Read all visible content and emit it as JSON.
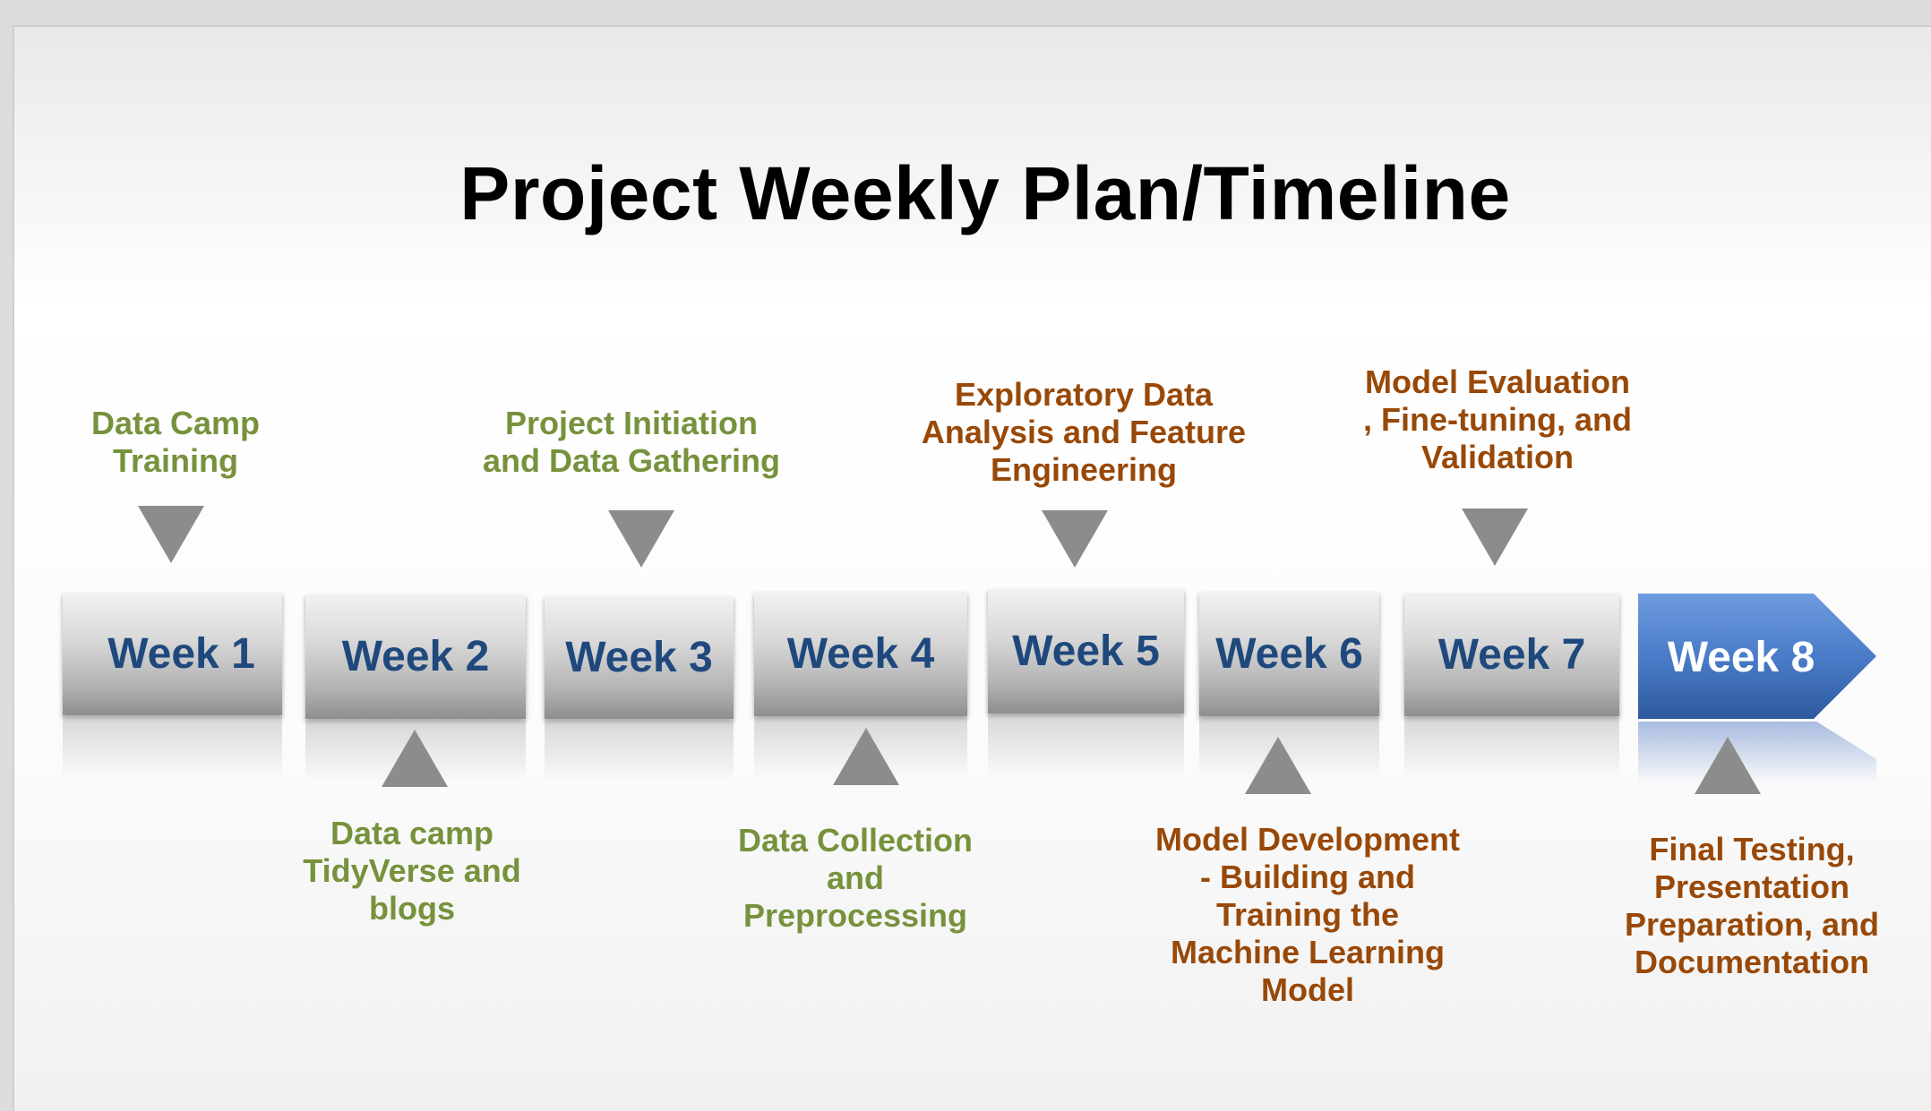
{
  "title": "Project Weekly Plan/Timeline",
  "colors": {
    "week_text": "#1f497d",
    "green_label": "#76923c",
    "brown_label": "#984807",
    "week8_fill": "#4a7cc9"
  },
  "weeks": [
    {
      "label": "Week 1"
    },
    {
      "label": "Week 2"
    },
    {
      "label": "Week 3"
    },
    {
      "label": "Week 4"
    },
    {
      "label": "Week 5"
    },
    {
      "label": "Week 6"
    },
    {
      "label": "Week 7"
    },
    {
      "label": "Week 8"
    }
  ],
  "top_labels": [
    {
      "week": 1,
      "text": "Data Camp\nTraining",
      "color": "green"
    },
    {
      "week": 3,
      "text": "Project Initiation\nand Data Gathering",
      "color": "green"
    },
    {
      "week": 5,
      "text": "Exploratory Data\nAnalysis and Feature\nEngineering",
      "color": "brown"
    },
    {
      "week": 7,
      "text": "Model Evaluation\n, Fine-tuning, and\nValidation",
      "color": "brown"
    }
  ],
  "bottom_labels": [
    {
      "week": 2,
      "text": "Data camp\nTidyVerse and\nblogs",
      "color": "green"
    },
    {
      "week": 4,
      "text": "Data Collection\nand\nPreprocessing",
      "color": "green"
    },
    {
      "week": 6,
      "text": "Model Development\n- Building and\nTraining the\nMachine Learning\nModel",
      "color": "brown"
    },
    {
      "week": 8,
      "text": "Final Testing,\nPresentation\nPreparation, and\nDocumentation",
      "color": "brown"
    }
  ]
}
